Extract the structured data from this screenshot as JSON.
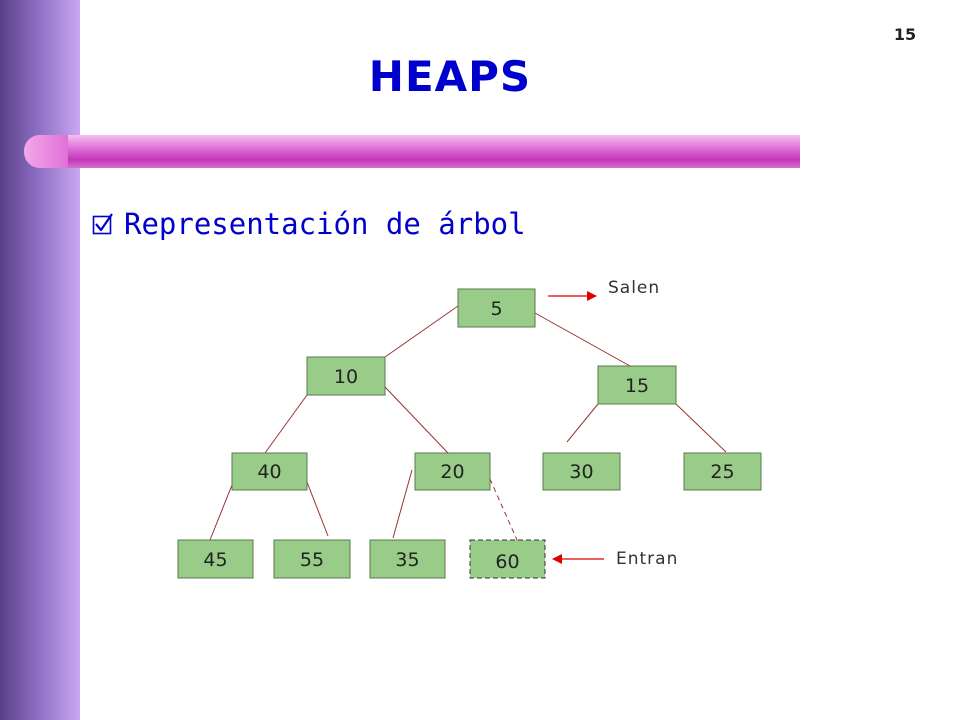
{
  "page_number": "15",
  "title": "HEAPS",
  "bullet": {
    "icon": "checkbox-checked-icon",
    "text": "Representación de árbol"
  },
  "tree": {
    "nodes": [
      {
        "id": "n5",
        "label": "5"
      },
      {
        "id": "n10",
        "label": "10"
      },
      {
        "id": "n15",
        "label": "15"
      },
      {
        "id": "n40",
        "label": "40"
      },
      {
        "id": "n20",
        "label": "20"
      },
      {
        "id": "n30",
        "label": "30"
      },
      {
        "id": "n25",
        "label": "25"
      },
      {
        "id": "n45",
        "label": "45"
      },
      {
        "id": "n55",
        "label": "55"
      },
      {
        "id": "n35",
        "label": "35"
      },
      {
        "id": "n60",
        "label": "60",
        "dashed": true
      }
    ],
    "edges": [
      {
        "from": "n5",
        "to": "n10"
      },
      {
        "from": "n5",
        "to": "n15"
      },
      {
        "from": "n10",
        "to": "n40"
      },
      {
        "from": "n10",
        "to": "n20"
      },
      {
        "from": "n15",
        "to": "n30"
      },
      {
        "from": "n15",
        "to": "n25"
      },
      {
        "from": "n40",
        "to": "n45"
      },
      {
        "from": "n40",
        "to": "n55"
      },
      {
        "from": "n20",
        "to": "n35"
      },
      {
        "from": "n20",
        "to": "n60",
        "dashed": true
      }
    ]
  },
  "annotations": {
    "out_label": "Salen",
    "in_label": "Entran"
  },
  "colors": {
    "title": "#0000cc",
    "node_fill": "#99cc88",
    "edge": "#993333",
    "arrow": "#dd0000"
  }
}
